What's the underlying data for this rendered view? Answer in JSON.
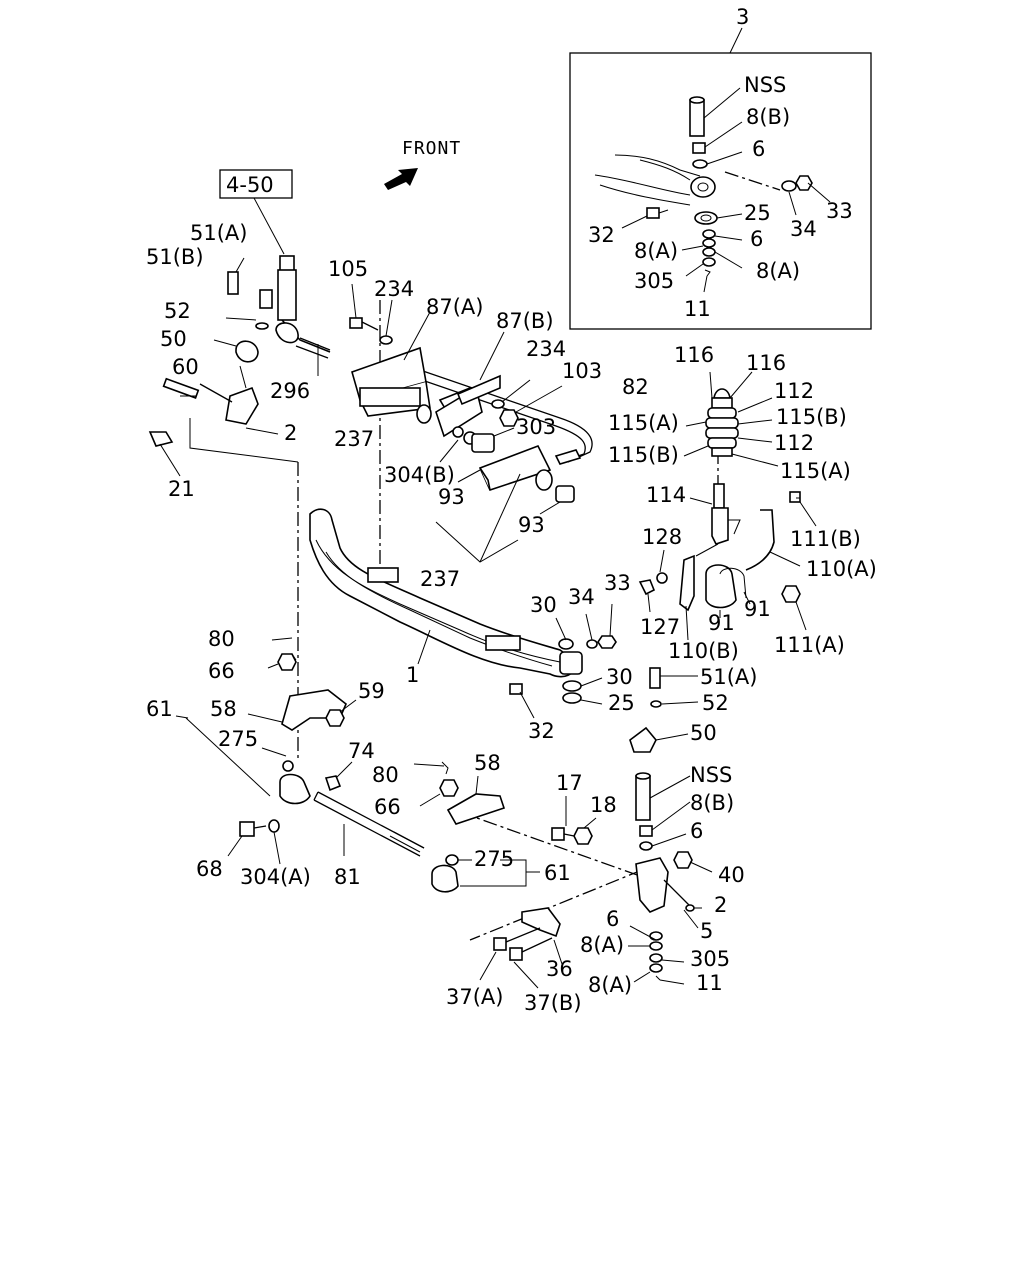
{
  "diagram": {
    "front_label": "FRONT",
    "ref_box": "4-50",
    "callouts": [
      {
        "id": "c3",
        "text": "3"
      },
      {
        "id": "c_nss1",
        "text": "NSS"
      },
      {
        "id": "c_8b_1",
        "text": "8(B)"
      },
      {
        "id": "c6_1",
        "text": "6"
      },
      {
        "id": "c33_1",
        "text": "33"
      },
      {
        "id": "c34_1",
        "text": "34"
      },
      {
        "id": "c25_1",
        "text": "25"
      },
      {
        "id": "c32_1",
        "text": "32"
      },
      {
        "id": "c8a_1",
        "text": "8(A)"
      },
      {
        "id": "c6_2",
        "text": "6"
      },
      {
        "id": "c305_1",
        "text": "305"
      },
      {
        "id": "c8a_2",
        "text": "8(A)"
      },
      {
        "id": "c11_1",
        "text": "11"
      },
      {
        "id": "c51a_1",
        "text": "51(A)"
      },
      {
        "id": "c51b",
        "text": "51(B)"
      },
      {
        "id": "c105",
        "text": "105"
      },
      {
        "id": "c234_1",
        "text": "234"
      },
      {
        "id": "c87a",
        "text": "87(A)"
      },
      {
        "id": "c87b",
        "text": "87(B)"
      },
      {
        "id": "c234_2",
        "text": "234"
      },
      {
        "id": "c103",
        "text": "103"
      },
      {
        "id": "c82",
        "text": "82"
      },
      {
        "id": "c52_1",
        "text": "52"
      },
      {
        "id": "c50_1",
        "text": "50"
      },
      {
        "id": "c60",
        "text": "60"
      },
      {
        "id": "c296",
        "text": "296"
      },
      {
        "id": "c2_1",
        "text": "2"
      },
      {
        "id": "c21",
        "text": "21"
      },
      {
        "id": "c237_1",
        "text": "237"
      },
      {
        "id": "c303",
        "text": "303"
      },
      {
        "id": "c304b",
        "text": "304(B)"
      },
      {
        "id": "c93_1",
        "text": "93"
      },
      {
        "id": "c93_2",
        "text": "93"
      },
      {
        "id": "c237_2",
        "text": "237"
      },
      {
        "id": "c116_1",
        "text": "116"
      },
      {
        "id": "c116_2",
        "text": "116"
      },
      {
        "id": "c112_1",
        "text": "112"
      },
      {
        "id": "c115a_1",
        "text": "115(A)"
      },
      {
        "id": "c115b_1",
        "text": "115(B)"
      },
      {
        "id": "c112_2",
        "text": "112"
      },
      {
        "id": "c115b_2",
        "text": "115(B)"
      },
      {
        "id": "c115a_2",
        "text": "115(A)"
      },
      {
        "id": "c114",
        "text": "114"
      },
      {
        "id": "c111b",
        "text": "111(B)"
      },
      {
        "id": "c128",
        "text": "128"
      },
      {
        "id": "c110a",
        "text": "110(A)"
      },
      {
        "id": "c91_1",
        "text": "91"
      },
      {
        "id": "c91_2",
        "text": "91"
      },
      {
        "id": "c127",
        "text": "127"
      },
      {
        "id": "c110b",
        "text": "110(B)"
      },
      {
        "id": "c111a",
        "text": "111(A)"
      },
      {
        "id": "c30_1",
        "text": "30"
      },
      {
        "id": "c34_2",
        "text": "34"
      },
      {
        "id": "c33_2",
        "text": "33"
      },
      {
        "id": "c1",
        "text": "1"
      },
      {
        "id": "c30_2",
        "text": "30"
      },
      {
        "id": "c51a_2",
        "text": "51(A)"
      },
      {
        "id": "c25_2",
        "text": "25"
      },
      {
        "id": "c52_2",
        "text": "52"
      },
      {
        "id": "c32_2",
        "text": "32"
      },
      {
        "id": "c50_2",
        "text": "50"
      },
      {
        "id": "c80_1",
        "text": "80"
      },
      {
        "id": "c66_1",
        "text": "66"
      },
      {
        "id": "c59",
        "text": "59"
      },
      {
        "id": "c61_1",
        "text": "61"
      },
      {
        "id": "c58_1",
        "text": "58"
      },
      {
        "id": "c275_1",
        "text": "275"
      },
      {
        "id": "c74",
        "text": "74"
      },
      {
        "id": "c80_2",
        "text": "80"
      },
      {
        "id": "c58_2",
        "text": "58"
      },
      {
        "id": "c66_2",
        "text": "66"
      },
      {
        "id": "c17",
        "text": "17"
      },
      {
        "id": "c18",
        "text": "18"
      },
      {
        "id": "c_nss2",
        "text": "NSS"
      },
      {
        "id": "c8b_2",
        "text": "8(B)"
      },
      {
        "id": "c6_3",
        "text": "6"
      },
      {
        "id": "c68",
        "text": "68"
      },
      {
        "id": "c304a",
        "text": "304(A)"
      },
      {
        "id": "c81",
        "text": "81"
      },
      {
        "id": "c275_2",
        "text": "275"
      },
      {
        "id": "c61_2",
        "text": "61"
      },
      {
        "id": "c40",
        "text": "40"
      },
      {
        "id": "c2_2",
        "text": "2"
      },
      {
        "id": "c5",
        "text": "5"
      },
      {
        "id": "c6_4",
        "text": "6"
      },
      {
        "id": "c8a_3",
        "text": "8(A)"
      },
      {
        "id": "c305_2",
        "text": "305"
      },
      {
        "id": "c8a_4",
        "text": "8(A)"
      },
      {
        "id": "c11_2",
        "text": "11"
      },
      {
        "id": "c36",
        "text": "36"
      },
      {
        "id": "c37a",
        "text": "37(A)"
      },
      {
        "id": "c37b",
        "text": "37(B)"
      }
    ]
  }
}
